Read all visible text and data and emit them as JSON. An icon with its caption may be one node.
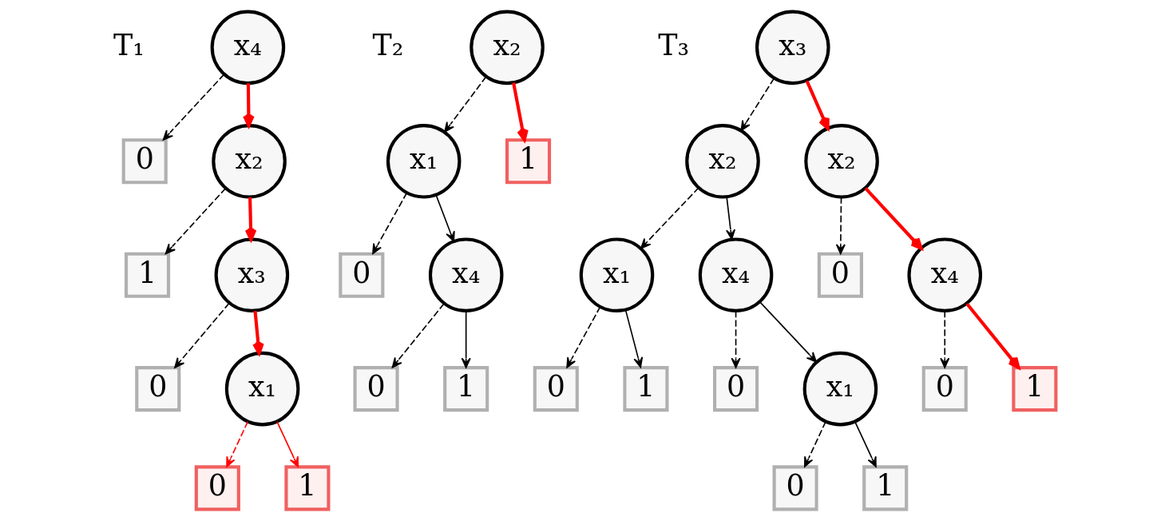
{
  "diagram": {
    "nodes": [
      {
        "text": [
          "x₄"
        ]
      },
      {
        "text": [
          "0"
        ]
      },
      {
        "text": [
          "x₂"
        ]
      },
      {
        "text": [
          "1"
        ]
      },
      {
        "text": [
          "x₃"
        ]
      },
      {
        "text": [
          "0"
        ]
      },
      {
        "text": [
          "x₁"
        ]
      },
      {
        "text": [
          "0"
        ]
      },
      {
        "text": [
          "1"
        ]
      },
      {
        "text": [
          "x₂"
        ]
      },
      {
        "text": [
          "x₁"
        ]
      },
      {
        "text": [
          "1"
        ]
      },
      {
        "text": [
          "0"
        ]
      },
      {
        "text": [
          "x₄"
        ]
      },
      {
        "text": [
          "0"
        ]
      },
      {
        "text": [
          "1"
        ]
      },
      {
        "text": [
          "x₃"
        ]
      },
      {
        "text": [
          "x₂"
        ]
      },
      {
        "text": [
          "x₂"
        ]
      },
      {
        "text": [
          "x₁"
        ]
      },
      {
        "text": [
          "x₄"
        ]
      },
      {
        "text": [
          "0"
        ]
      },
      {
        "text": [
          "x₄"
        ]
      },
      {
        "text": [
          "0"
        ]
      },
      {
        "text": [
          "1"
        ]
      },
      {
        "text": [
          "0"
        ]
      },
      {
        "text": [
          "x₁"
        ]
      },
      {
        "text": [
          "0"
        ]
      },
      {
        "text": [
          "1"
        ]
      },
      {
        "text": [
          "0"
        ]
      },
      {
        "text": [
          "1"
        ]
      }
    ],
    "edges": [
      {
        "from": 0,
        "to": 1,
        "arrow": "to",
        "style": "dashed"
      },
      {
        "from": 0,
        "to": 2,
        "arrow": "to",
        "style": "thick",
        "color": "#ff0000"
      },
      {
        "from": 2,
        "to": 3,
        "arrow": "to",
        "style": "dashed"
      },
      {
        "from": 2,
        "to": 4,
        "arrow": "to",
        "style": "thick",
        "color": "#ff0000"
      },
      {
        "from": 4,
        "to": 5,
        "arrow": "to",
        "style": "dashed"
      },
      {
        "from": 4,
        "to": 6,
        "arrow": "to",
        "style": "thick",
        "color": "#ff0000"
      },
      {
        "from": 6,
        "to": 7,
        "arrow": "to",
        "style": "dashed",
        "color": "#ff0000"
      },
      {
        "from": 6,
        "to": 8,
        "arrow": "to",
        "color": "#ff0000"
      },
      {
        "from": 9,
        "to": 10,
        "arrow": "to",
        "style": "dashed"
      },
      {
        "from": 9,
        "to": 11,
        "arrow": "to",
        "style": "thick",
        "color": "#ff0000"
      },
      {
        "from": 10,
        "to": 12,
        "arrow": "to",
        "style": "dashed"
      },
      {
        "from": 10,
        "to": 13,
        "arrow": "to"
      },
      {
        "from": 13,
        "to": 14,
        "arrow": "to",
        "style": "dashed"
      },
      {
        "from": 13,
        "to": 15,
        "arrow": "to"
      },
      {
        "from": 16,
        "to": 17,
        "arrow": "to",
        "style": "dashed"
      },
      {
        "from": 16,
        "to": 18,
        "arrow": "to",
        "style": "thick",
        "color": "#ff0000"
      },
      {
        "from": 17,
        "to": 19,
        "arrow": "to",
        "style": "dashed"
      },
      {
        "from": 17,
        "to": 20,
        "arrow": "to"
      },
      {
        "from": 18,
        "to": 21,
        "arrow": "to",
        "style": "dashed"
      },
      {
        "from": 18,
        "to": 22,
        "arrow": "to",
        "style": "thick",
        "color": "#ff0000"
      },
      {
        "from": 19,
        "to": 23,
        "arrow": "to",
        "style": "dashed"
      },
      {
        "from": 19,
        "to": 24,
        "arrow": "to"
      },
      {
        "from": 20,
        "to": 25,
        "arrow": "to",
        "style": "dashed"
      },
      {
        "from": 20,
        "to": 26,
        "arrow": "to"
      },
      {
        "from": 22,
        "to": 29,
        "arrow": "to",
        "style": "dashed"
      },
      {
        "from": 22,
        "to": 30,
        "arrow": "to",
        "style": "thick",
        "color": "#ff0000"
      },
      {
        "from": 26,
        "to": 27,
        "arrow": "to",
        "style": "dashed"
      },
      {
        "from": 26,
        "to": 28,
        "arrow": "to"
      }
    ],
    "labels": [
      "T₁",
      "T₂",
      "T₃"
    ]
  }
}
